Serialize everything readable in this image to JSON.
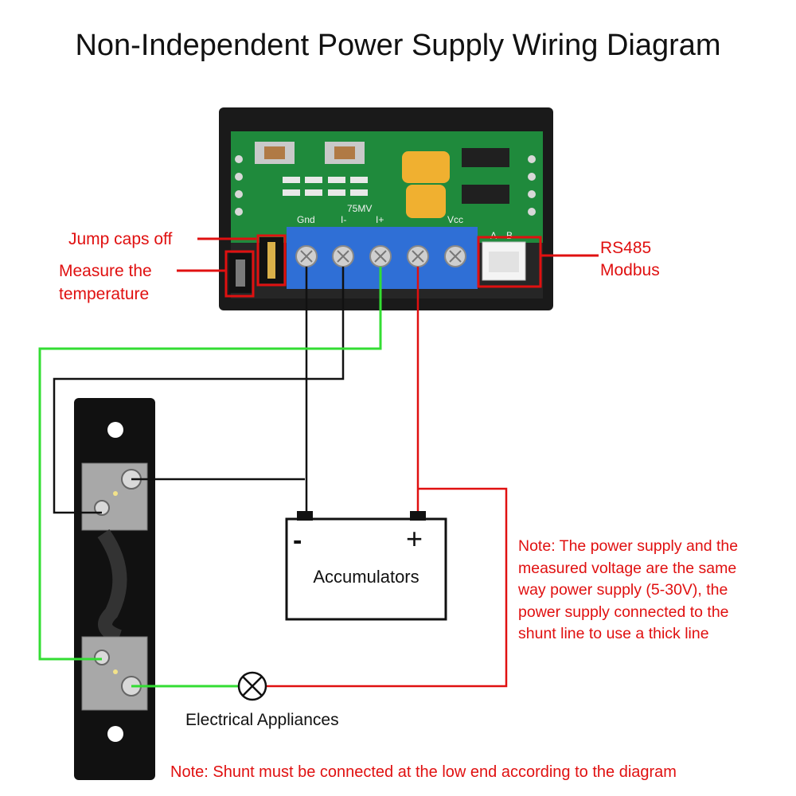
{
  "title": "Non-Independent Power Supply Wiring Diagram",
  "labels": {
    "jump_caps": "Jump caps off",
    "measure_temp_1": "Measure the",
    "measure_temp_2": "temperature",
    "rs485": "RS485",
    "modbus": "Modbus",
    "accumulators": "Accumulators",
    "minus": "-",
    "plus": "+",
    "appliances": "Electrical Appliances"
  },
  "terminals": {
    "gnd": "Gnd",
    "i_minus": "I-",
    "i_plus": "I+",
    "vcc": "Vcc",
    "shunt_mv": "75MV",
    "port_a": "A",
    "port_b": "B"
  },
  "note": {
    "line1": "Note: The power supply and the",
    "line2": "measured voltage are the same",
    "line3": "way power supply (5-30V), the",
    "line4": "power supply connected to the",
    "line5": "shunt line to use a thick line"
  },
  "bottom_note": "Note: Shunt must be connected at the low end according to the diagram",
  "colors": {
    "annotation": "#e01010",
    "wire_black": "#111111",
    "wire_red": "#e01010",
    "wire_green": "#33dd33",
    "pcb": "#1f8a3c",
    "terminal_block": "#2f6fd6"
  }
}
